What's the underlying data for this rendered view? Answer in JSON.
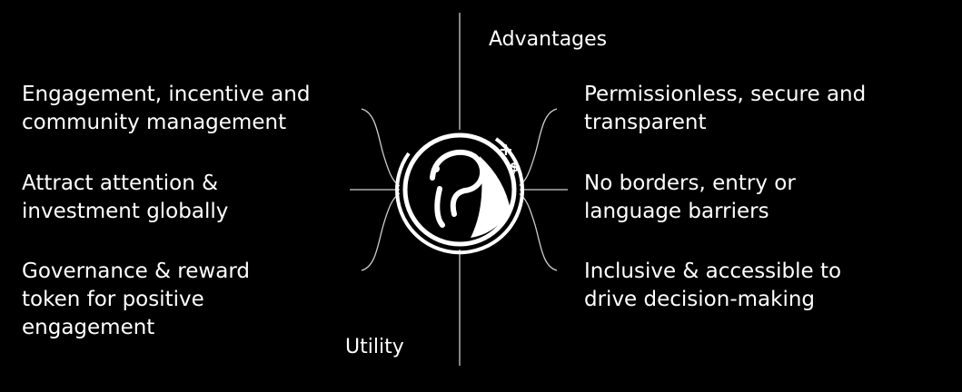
{
  "headings": {
    "advantages": "Advantages",
    "utility": "Utility"
  },
  "utility_items": [
    {
      "lines": [
        "Engagement, incentive and",
        "community management"
      ]
    },
    {
      "lines": [
        "Attract attention &",
        "investment globally"
      ]
    },
    {
      "lines": [
        "Governance & reward",
        "token for positive",
        "engagement"
      ]
    }
  ],
  "advantage_items": [
    {
      "lines": [
        "Permissionless, secure and",
        "transparent"
      ]
    },
    {
      "lines": [
        "No borders, entry or",
        "language barriers"
      ]
    },
    {
      "lines": [
        "Inclusive & accessible to",
        "drive decision-making"
      ]
    }
  ],
  "logo": {
    "plus_symbol": "+",
    "dollar_symbol": "$"
  },
  "colors": {
    "background": "#000000",
    "foreground": "#ffffff",
    "line": "#bdbdbd"
  }
}
